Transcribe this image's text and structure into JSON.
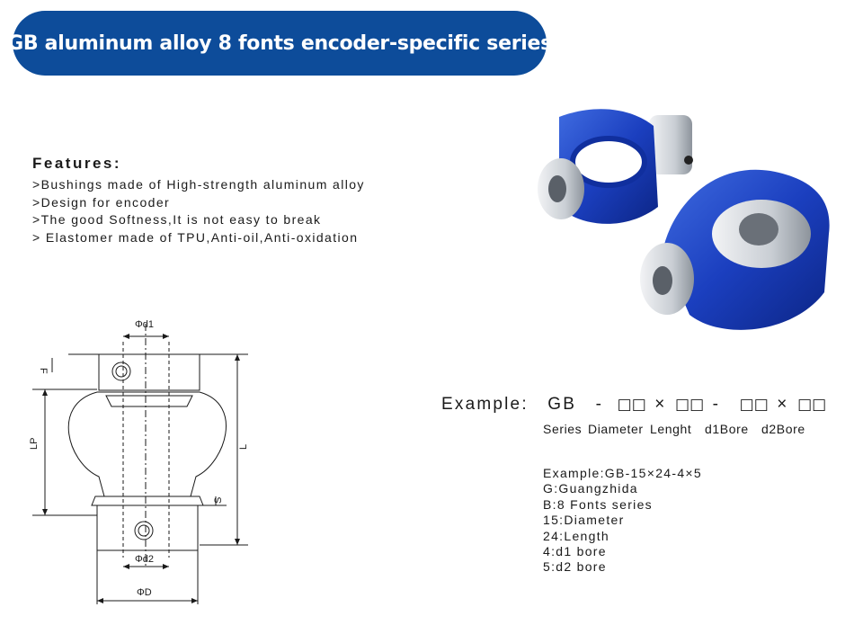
{
  "banner": {
    "title": "GB aluminum alloy 8 fonts encoder-specific series"
  },
  "features": {
    "heading": "Features:",
    "items": [
      ">Bushings made of High-strength aluminum alloy",
      ">Design for encoder",
      ">The good Softness,It is not easy to break",
      "> Elastomer made of TPU,Anti-oil,Anti-oxidation"
    ]
  },
  "drawing": {
    "labels": {
      "d1": "Φd1",
      "d2": "Φd2",
      "D": "ΦD",
      "F": "F",
      "LP": "LP",
      "L": "L",
      "S": "S"
    }
  },
  "example": {
    "label": "Example:",
    "code": "GB",
    "dash1": "-",
    "boxes1": "□□",
    "times1": "×",
    "boxes2": "□□",
    "dash2": "-",
    "boxes3": "□□",
    "times2": "×",
    "boxes4": "□□",
    "legend": [
      "Series",
      "Diameter",
      "Lenght",
      "d1Bore",
      "d2Bore"
    ]
  },
  "details": [
    "Example:GB-15×24-4×5",
    "G:Guangzhida",
    "B:8 Fonts series",
    "15:Diameter",
    "24:Length",
    "4:d1 bore",
    "5:d2 bore"
  ],
  "colors": {
    "brand_blue": "#0d4c9a",
    "coupling_blue": "#1b3fbf",
    "hub_silver": "#d8dce0"
  }
}
